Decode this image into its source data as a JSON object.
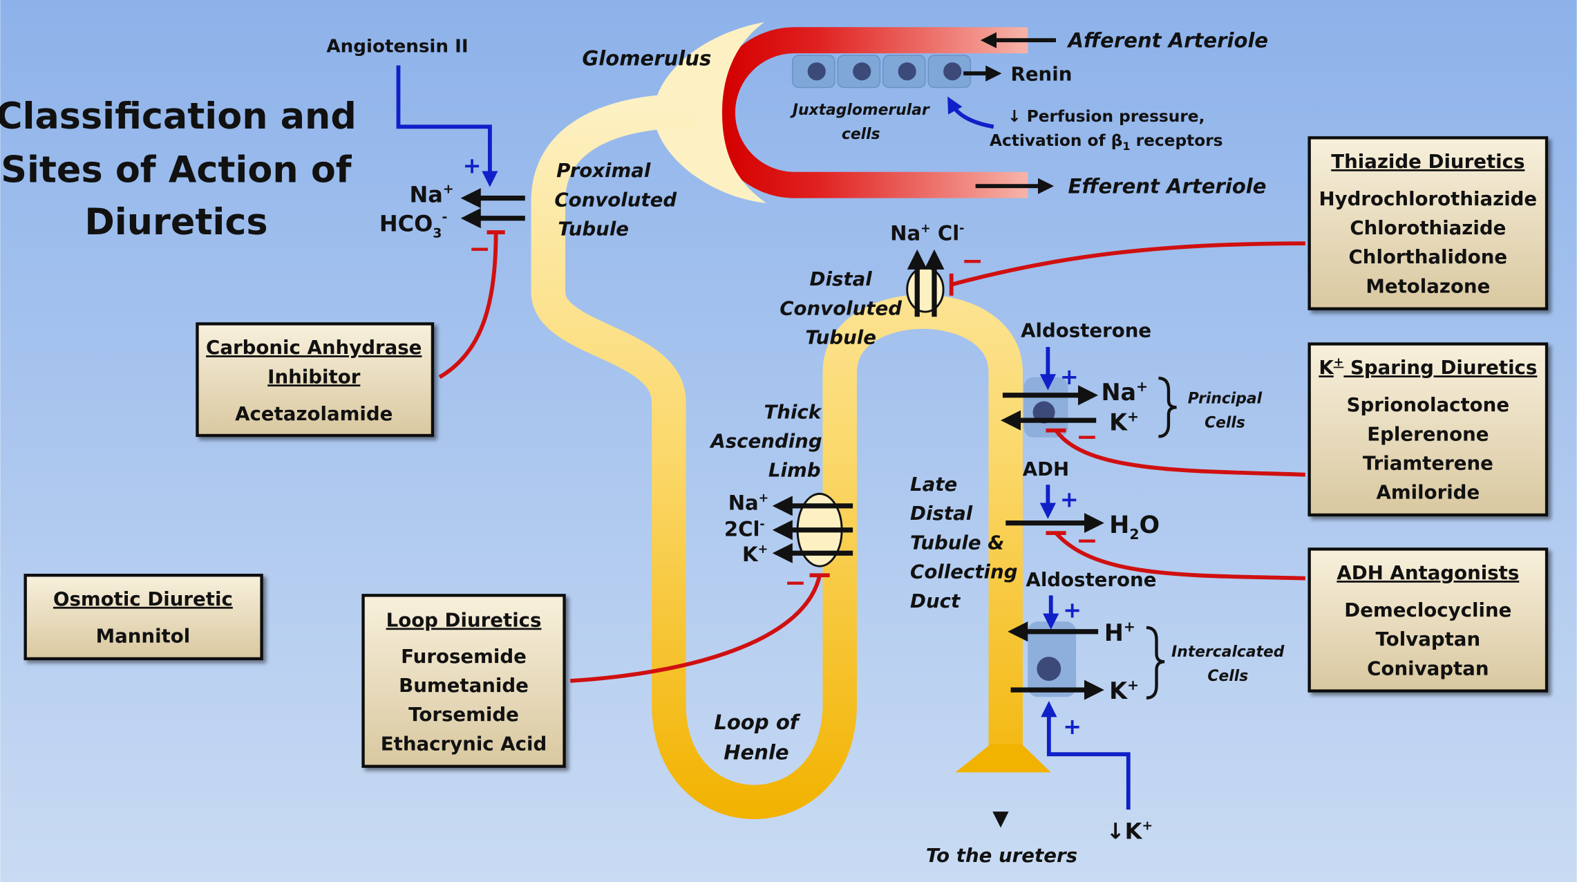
{
  "title": [
    "Classification and",
    "Sites of Action of",
    "Diuretics"
  ],
  "labels": {
    "angiotensin": "Angiotensin II",
    "glomerulus": "Glomerulus",
    "afferent": "Afferent Arteriole",
    "efferent": "Efferent Arteriole",
    "renin": "Renin",
    "jg_cells": [
      "Juxtaglomerular",
      "cells"
    ],
    "perfusion": [
      "↓ Perfusion pressure,",
      "Activation of β",
      "1",
      " receptors"
    ],
    "proximal": [
      "Proximal",
      "Convoluted",
      "Tubule"
    ],
    "distal": [
      "Distal",
      "Convoluted",
      "Tubule"
    ],
    "thick": [
      "Thick",
      "Ascending",
      "Limb"
    ],
    "late_distal": [
      "Late",
      "Distal",
      "Tubule &",
      "Collecting",
      "Duct"
    ],
    "loop_henle": [
      "Loop of",
      "Henle"
    ],
    "to_ureters": "To the ureters",
    "aldosterone_1": "Aldosterone",
    "aldosterone_2": "Aldosterone",
    "adh": "ADH",
    "principal_cells": [
      "Principal",
      "Cells"
    ],
    "intercalated_cells": [
      "Intercalcated",
      "Cells"
    ],
    "plus": "+",
    "minus": "−"
  },
  "ions": {
    "pct_na": [
      "Na",
      "+"
    ],
    "pct_hco3": [
      "HCO",
      "3",
      "-"
    ],
    "dct_nacl": [
      "Na",
      "+",
      " Cl",
      "-"
    ],
    "tal_na": [
      "Na",
      "+"
    ],
    "tal_cl": [
      "2Cl",
      "-"
    ],
    "tal_k": [
      "K",
      "+"
    ],
    "pc_na": [
      "Na",
      "+"
    ],
    "pc_k": [
      "K",
      "+"
    ],
    "h2o": [
      "H",
      "2",
      "O"
    ],
    "ic_h": [
      "H",
      "+"
    ],
    "ic_k": [
      "K",
      "+"
    ],
    "low_k": [
      "↓K",
      "+"
    ]
  },
  "boxes": {
    "carbonic": {
      "title": [
        "Carbonic Anhydrase",
        "Inhibitor"
      ],
      "drugs": [
        "Acetazolamide"
      ]
    },
    "osmotic": {
      "title": "Osmotic Diuretic",
      "drugs": [
        "Mannitol"
      ]
    },
    "loop": {
      "title": "Loop Diuretics",
      "drugs": [
        "Furosemide",
        "Bumetanide",
        "Torsemide",
        "Ethacrynic Acid"
      ]
    },
    "thiazide": {
      "title": "Thiazide Diuretics",
      "drugs": [
        "Hydrochlorothiazide",
        "Chlorothiazide",
        "Chlorthalidone",
        "Metolazone"
      ]
    },
    "ksparing": {
      "title": [
        "K",
        "+",
        " Sparing Diuretics"
      ],
      "drugs": [
        "Sprionolactone",
        "Eplerenone",
        "Triamterene",
        "Amiloride"
      ]
    },
    "adh": {
      "title": "ADH Antagonists",
      "drugs": [
        "Demeclocycline",
        "Tolvaptan",
        "Conivaptan"
      ]
    }
  },
  "colors": {
    "background_top": "#8db2ea",
    "background_bottom": "#c9dbf3",
    "stimulate": "#1020c8",
    "inhibit": "#d01010",
    "box_fill": "#efe3c4"
  }
}
